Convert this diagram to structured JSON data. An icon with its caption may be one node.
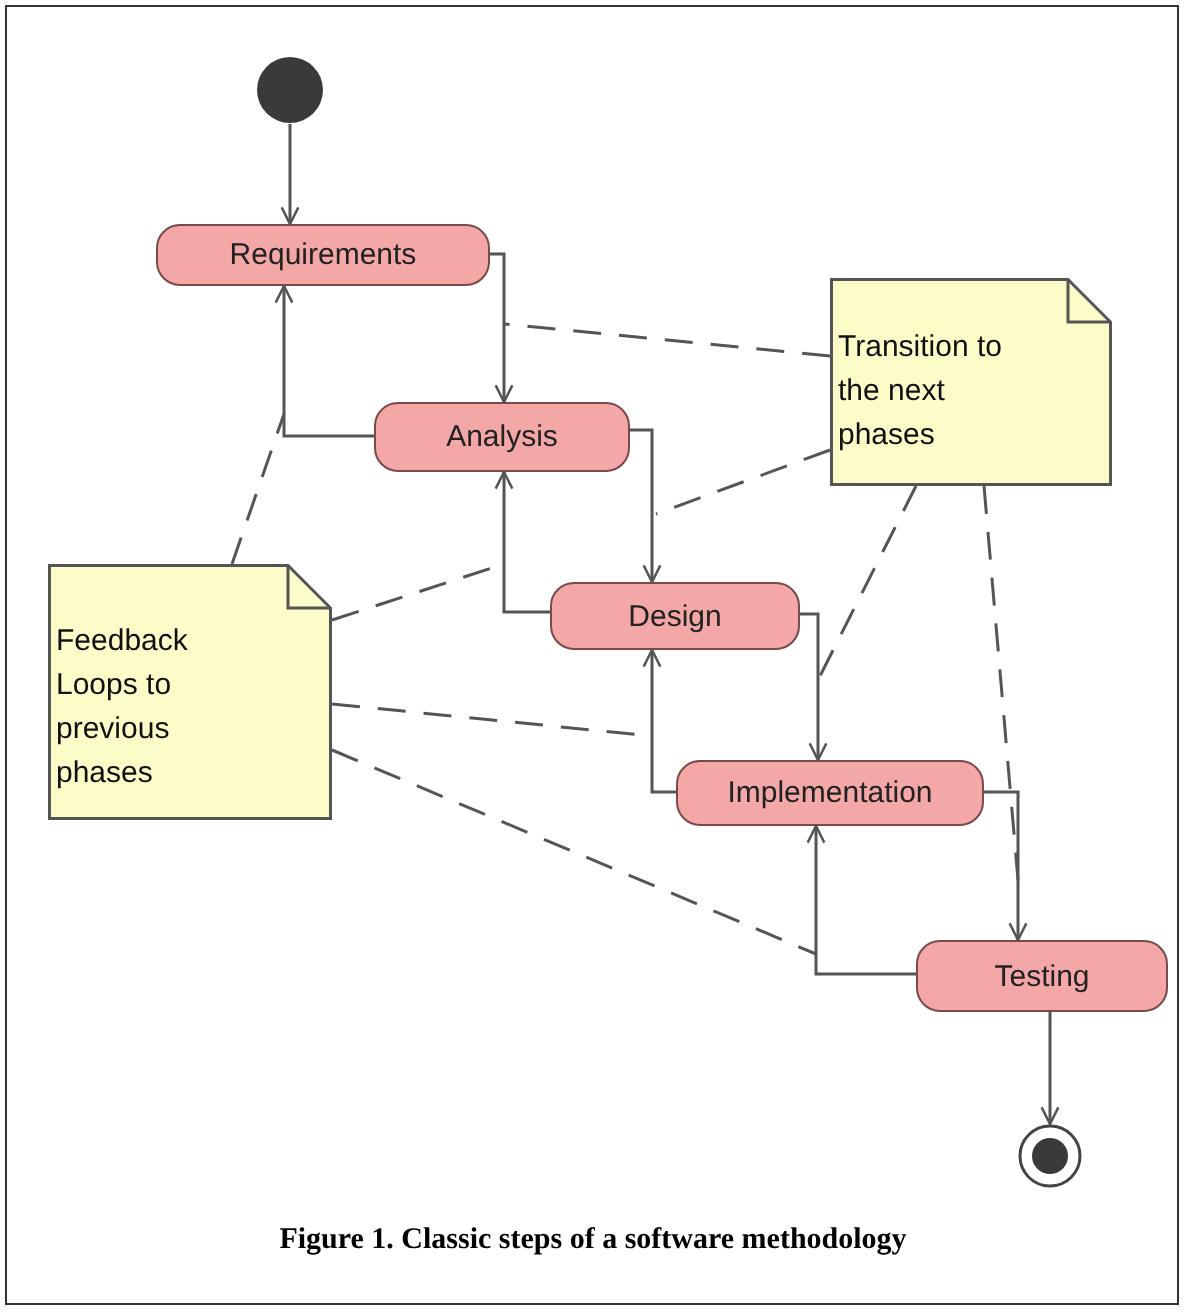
{
  "diagram": {
    "caption": "Figure 1. Classic steps of a software methodology",
    "nodes": [
      {
        "text": [],
        "shape": "circle"
      },
      {
        "text": [
          "Requirements"
        ]
      },
      {
        "text": [
          "Analysis"
        ]
      },
      {
        "text": [
          "Design"
        ]
      },
      {
        "text": [
          "Implementation"
        ]
      },
      {
        "text": [
          "Testing"
        ]
      },
      {
        "text": [],
        "shape": "circle"
      },
      {
        "text": [
          "Transition to the next phases"
        ]
      },
      {
        "text": [
          "Feedback Loops to previous phases"
        ]
      }
    ],
    "edges": [
      {
        "from": 0,
        "to": 1,
        "arrow": "to"
      },
      {
        "from": 1,
        "to": 2,
        "arrow": "to"
      },
      {
        "from": 2,
        "to": 1,
        "arrow": "to"
      },
      {
        "from": 2,
        "to": 3,
        "arrow": "to"
      },
      {
        "from": 3,
        "to": 2,
        "arrow": "to"
      },
      {
        "from": 3,
        "to": 4,
        "arrow": "to"
      },
      {
        "from": 4,
        "to": 3,
        "arrow": "to"
      },
      {
        "from": 4,
        "to": 5,
        "arrow": "to"
      },
      {
        "from": 5,
        "to": 4,
        "arrow": "to"
      },
      {
        "from": 5,
        "to": 6,
        "arrow": "to"
      },
      {
        "from": 7,
        "to": null,
        "arrow": "none",
        "style": "dashed"
      },
      {
        "from": 7,
        "to": null,
        "arrow": "none",
        "style": "dashed"
      },
      {
        "from": 7,
        "to": null,
        "arrow": "none",
        "style": "dashed"
      },
      {
        "from": 7,
        "to": null,
        "arrow": "none",
        "style": "dashed"
      },
      {
        "from": 8,
        "to": null,
        "arrow": "none",
        "style": "dashed"
      },
      {
        "from": 8,
        "to": null,
        "arrow": "none",
        "style": "dashed"
      },
      {
        "from": 8,
        "to": null,
        "arrow": "none",
        "style": "dashed"
      },
      {
        "from": 8,
        "to": null,
        "arrow": "none",
        "style": "dashed"
      }
    ]
  }
}
